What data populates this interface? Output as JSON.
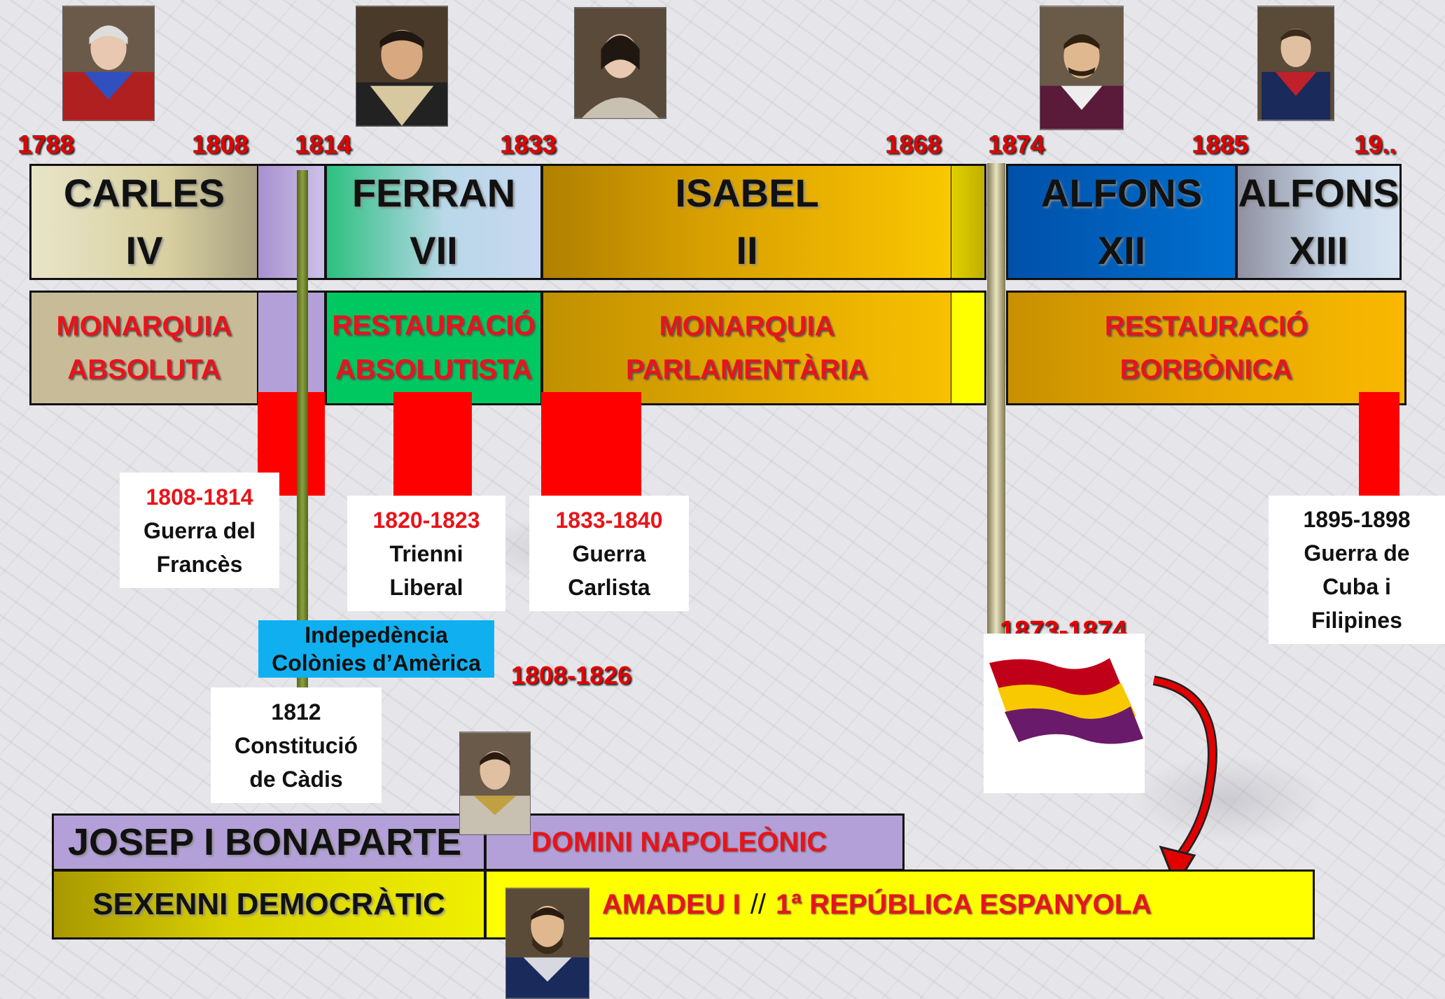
{
  "years": [
    "1788",
    "1808",
    "1814",
    "1833",
    "1868",
    "1874",
    "1885",
    "19.."
  ],
  "kings": {
    "carles": [
      "CARLES",
      "IV"
    ],
    "ferran": [
      "FERRAN",
      "VII"
    ],
    "isabel": [
      "ISABEL",
      "II"
    ],
    "alfons12": [
      "ALFONS",
      "XII"
    ],
    "alfons13": [
      "ALFONS",
      "XIII"
    ]
  },
  "regimes": {
    "absoluta": [
      "MONARQUIA",
      "ABSOLUTA"
    ],
    "absolutista": [
      "RESTAURACIÓ",
      "ABSOLUTISTA"
    ],
    "parlamentaria": [
      "MONARQUIA",
      "PARLAMENTÀRIA"
    ],
    "borbonica": [
      "RESTAURACIÓ",
      "BORBÒNICA"
    ]
  },
  "events": {
    "frances": {
      "years": "1808-1814",
      "line1": "Guerra del",
      "line2": "Francès"
    },
    "trienni": {
      "years": "1820-1823",
      "line1": "Trienni",
      "line2": "Liberal"
    },
    "carlista": {
      "years": "1833-1840",
      "line1": "Guerra",
      "line2": "Carlista"
    },
    "cuba": {
      "years": "1895-1898",
      "line1": "Guerra de",
      "line2": "Cuba i",
      "line3": "Filipines"
    },
    "independencia": {
      "line1": "Indepedència",
      "line2": "Colònies d’Amèrica",
      "years": "1808-1826"
    },
    "cadis": {
      "line1": "1812",
      "line2": "Constitució",
      "line3": "de Càdis"
    },
    "republica_years": "1873-1874"
  },
  "bottom": {
    "josep": "JOSEP I BONAPARTE",
    "domini": "DOMINI NAPOLEÒNIC",
    "sexenni": "SEXENNI DEMOCRÀTIC",
    "amadeu": "AMADEU I",
    "sep": "//",
    "republica": "1ª REPÚBLICA ESPANYOLA"
  },
  "colors": {
    "red": "#ff0000",
    "purple": "#b4a0d8",
    "green": "#00c060",
    "ochre": "#d8a000",
    "blue": "#0060c0",
    "yellow": "#ffff00"
  }
}
